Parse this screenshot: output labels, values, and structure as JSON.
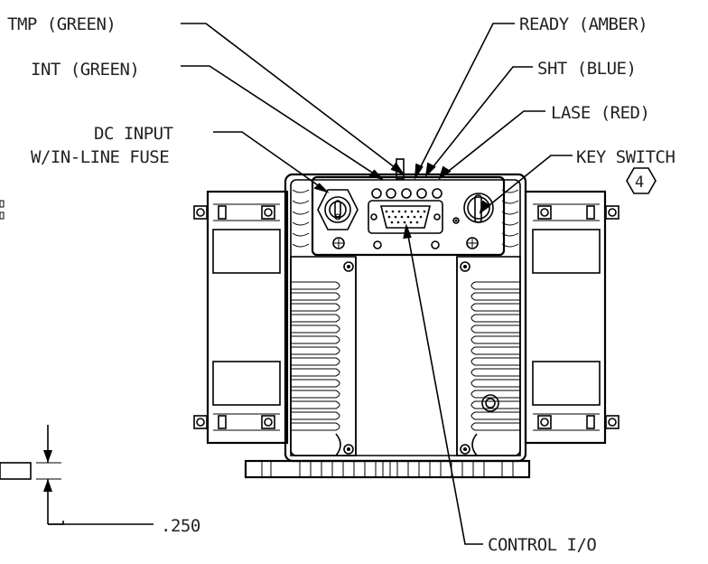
{
  "labels": {
    "tmp": "TMP (GREEN)",
    "int": "INT (GREEN)",
    "dc_input_1": "DC INPUT",
    "dc_input_2": "W/IN-LINE FUSE",
    "ready": "READY (AMBER)",
    "sht": "SHT (BLUE)",
    "lase": "LASE (RED)",
    "key_switch": "KEY SWITCH",
    "note_number": "4",
    "control_io": "CONTROL I/O",
    "dimension": ".250"
  }
}
